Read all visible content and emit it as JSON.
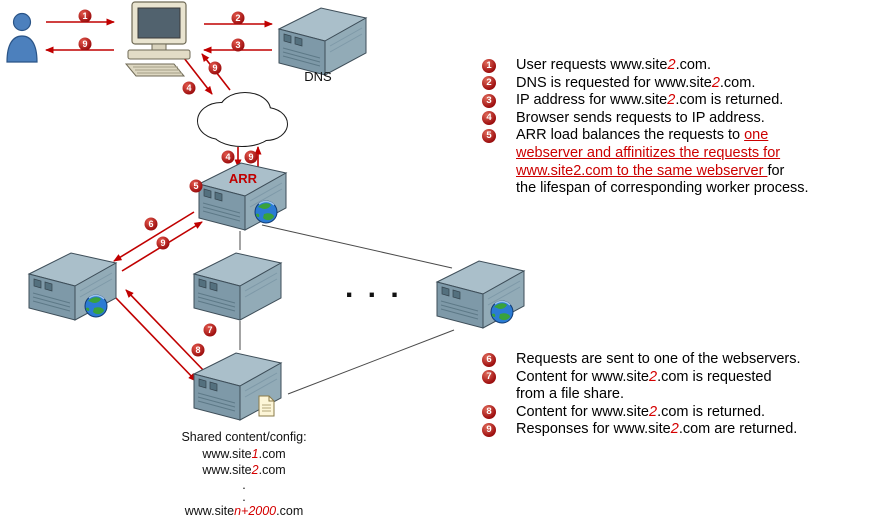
{
  "colors": {
    "badge_red": "#a01111",
    "text_red": "#d40000",
    "underline_red": "#cc0000",
    "arrow_red": "#c00000",
    "server_body": "#7e99a8",
    "server_top": "#aabfca"
  },
  "diagram": {
    "dns_label": "DNS",
    "arr_label": "ARR",
    "more_servers": ". . .",
    "badges": [
      {
        "n": "1"
      },
      {
        "n": "9"
      },
      {
        "n": "2"
      },
      {
        "n": "3"
      },
      {
        "n": "9"
      },
      {
        "n": "4"
      },
      {
        "n": "4"
      },
      {
        "n": "9"
      },
      {
        "n": "5"
      },
      {
        "n": "6"
      },
      {
        "n": "9"
      },
      {
        "n": "7"
      },
      {
        "n": "8"
      }
    ],
    "shared": {
      "title": "Shared content/config:",
      "lines": [
        {
          "pre": "www.site",
          "em": "1",
          "post": ".com"
        },
        {
          "pre": "www.site",
          "em": "2",
          "post": ".com"
        },
        {
          "pre": "",
          "em": "",
          "post": "."
        },
        {
          "pre": "",
          "em": "",
          "post": "."
        },
        {
          "pre": "www.site",
          "em": "n+2000",
          "post": ".com"
        }
      ]
    }
  },
  "steps_top": [
    {
      "num": "1",
      "parts": [
        {
          "t": "User requests www.site"
        },
        {
          "t": "2"
        },
        {
          "t": ".com."
        }
      ]
    },
    {
      "num": "2",
      "parts": [
        {
          "t": "DNS is requested for www.site"
        },
        {
          "t": "2"
        },
        {
          "t": ".com."
        }
      ]
    },
    {
      "num": "3",
      "parts": [
        {
          "t": "IP address for www.site"
        },
        {
          "t": "2"
        },
        {
          "t": ".com is returned."
        }
      ]
    },
    {
      "num": "4",
      "parts": [
        {
          "t": "Browser sends requests to IP address."
        }
      ]
    },
    {
      "num": "5",
      "parts": [
        {
          "t": "ARR load balances the requests to "
        },
        {
          "t": "one\nwebserver and affinitizes the requests for\nwww.site2.com to the same webserver "
        },
        {
          "t": "for\nthe lifespan of corresponding worker process."
        }
      ]
    }
  ],
  "steps_bottom": [
    {
      "num": "6",
      "parts": [
        {
          "t": "Requests are sent to one of the webservers."
        }
      ]
    },
    {
      "num": "7",
      "parts": [
        {
          "t": "Content for www.site"
        },
        {
          "t": "2"
        },
        {
          "t": ".com is requested\nfrom a file share."
        }
      ]
    },
    {
      "num": "8",
      "parts": [
        {
          "t": "Content for www.site"
        },
        {
          "t": "2"
        },
        {
          "t": ".com is returned."
        }
      ]
    },
    {
      "num": "9",
      "parts": [
        {
          "t": "Responses for www.site"
        },
        {
          "t": "2"
        },
        {
          "t": ".com are returned."
        }
      ]
    }
  ]
}
